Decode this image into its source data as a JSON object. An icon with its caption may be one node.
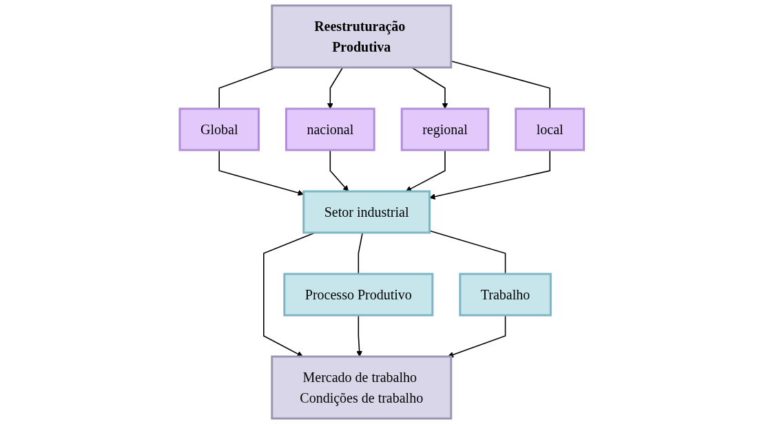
{
  "diagram": {
    "nodes": [
      {
        "text": [
          "Reestruturação Produtiva"
        ]
      },
      {
        "text": [
          "Global"
        ]
      },
      {
        "text": [
          "nacional"
        ]
      },
      {
        "text": [
          "regional"
        ]
      },
      {
        "text": [
          "local"
        ]
      },
      {
        "text": [
          "Setor industrial"
        ]
      },
      {
        "text": [
          "Processo Produtivo"
        ]
      },
      {
        "text": [
          "Trabalho"
        ]
      },
      {
        "text": [
          "Mercado de trabalho Condições de trabalho"
        ]
      }
    ],
    "edges": [
      {
        "from": 0,
        "to": 1,
        "arrow": "none"
      },
      {
        "from": 0,
        "to": 2,
        "arrow": "to"
      },
      {
        "from": 0,
        "to": 3,
        "arrow": "to"
      },
      {
        "from": 0,
        "to": 4,
        "arrow": "none"
      },
      {
        "from": 1,
        "to": 5,
        "arrow": "to"
      },
      {
        "from": 2,
        "to": 5,
        "arrow": "to"
      },
      {
        "from": 3,
        "to": 5,
        "arrow": "to"
      },
      {
        "from": 4,
        "to": 5,
        "arrow": "to"
      },
      {
        "from": 5,
        "to": 6,
        "arrow": "none"
      },
      {
        "from": 5,
        "to": 7,
        "arrow": "none"
      },
      {
        "from": 5,
        "to": 8,
        "arrow": "to"
      },
      {
        "from": 6,
        "to": 8,
        "arrow": "to"
      },
      {
        "from": 7,
        "to": 8,
        "arrow": "to"
      }
    ]
  }
}
